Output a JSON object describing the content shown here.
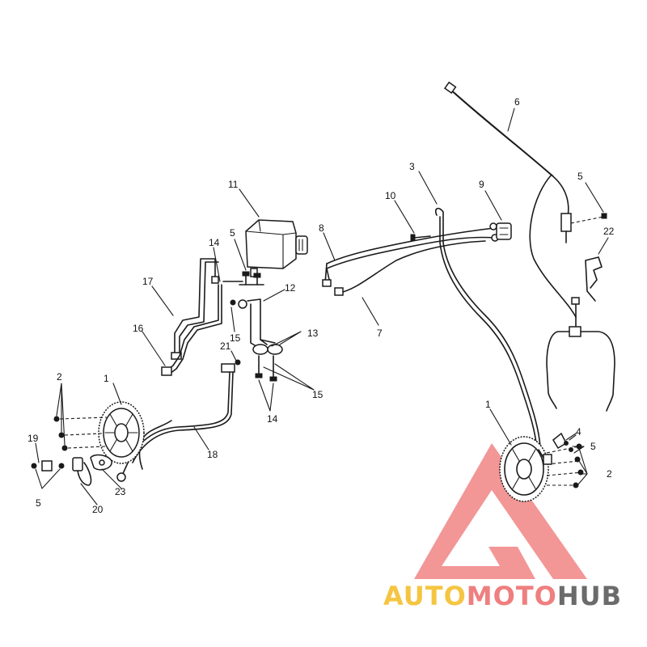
{
  "callouts": [
    {
      "id": "c6",
      "text": "6"
    },
    {
      "id": "c3",
      "text": "3"
    },
    {
      "id": "c5a",
      "text": "5"
    },
    {
      "id": "c10",
      "text": "10"
    },
    {
      "id": "c9",
      "text": "9"
    },
    {
      "id": "c11",
      "text": "11"
    },
    {
      "id": "c22",
      "text": "22"
    },
    {
      "id": "c8",
      "text": "8"
    },
    {
      "id": "c5b",
      "text": "5"
    },
    {
      "id": "c14a",
      "text": "14"
    },
    {
      "id": "c12",
      "text": "12"
    },
    {
      "id": "c17",
      "text": "17"
    },
    {
      "id": "c7",
      "text": "7"
    },
    {
      "id": "c15a",
      "text": "15"
    },
    {
      "id": "c13",
      "text": "13"
    },
    {
      "id": "c16",
      "text": "16"
    },
    {
      "id": "c21",
      "text": "21"
    },
    {
      "id": "c15b",
      "text": "15"
    },
    {
      "id": "c2a",
      "text": "2"
    },
    {
      "id": "c1a",
      "text": "1"
    },
    {
      "id": "c14b",
      "text": "14"
    },
    {
      "id": "c1b",
      "text": "1"
    },
    {
      "id": "c4",
      "text": "4"
    },
    {
      "id": "c5c",
      "text": "5"
    },
    {
      "id": "c19",
      "text": "19"
    },
    {
      "id": "c18",
      "text": "18"
    },
    {
      "id": "c2b",
      "text": "2"
    },
    {
      "id": "c23",
      "text": "23"
    },
    {
      "id": "c5d",
      "text": "5"
    },
    {
      "id": "c20",
      "text": "20"
    }
  ],
  "watermark": {
    "part1": "AUTO",
    "part2": "MOTO",
    "part3": "HUB",
    "color_auto": "#f5c542",
    "color_moto": "#ef7f7f",
    "color_hub": "#6b6b6b",
    "logo_color": "#f28b8b"
  }
}
